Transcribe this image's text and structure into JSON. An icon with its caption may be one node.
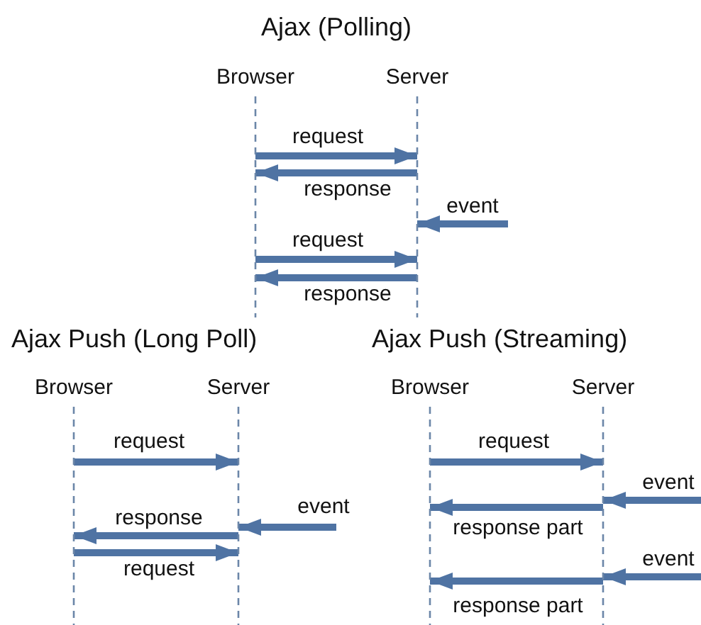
{
  "diagram": {
    "nodes": [
      {
        "text": [
          "Browser"
        ]
      },
      {
        "text": [
          "Server"
        ]
      },
      {
        "text": [
          "Browser"
        ]
      },
      {
        "text": [
          "Server"
        ]
      },
      {
        "text": [
          "Browser"
        ]
      },
      {
        "text": [
          "Server"
        ]
      }
    ],
    "edges": [
      {
        "from": 0,
        "to": 1,
        "arrow": "to",
        "label": "request"
      },
      {
        "from": 1,
        "to": 0,
        "arrow": "to",
        "label": "response"
      },
      {
        "from": null,
        "to": 1,
        "arrow": "to",
        "label": "event"
      },
      {
        "from": 0,
        "to": 1,
        "arrow": "to",
        "label": "request"
      },
      {
        "from": 1,
        "to": 0,
        "arrow": "to",
        "label": "response"
      },
      {
        "from": 2,
        "to": 3,
        "arrow": "to",
        "label": "request"
      },
      {
        "from": null,
        "to": 3,
        "arrow": "to",
        "label": "event"
      },
      {
        "from": 3,
        "to": 2,
        "arrow": "to",
        "label": "response"
      },
      {
        "from": 2,
        "to": 3,
        "arrow": "to",
        "label": "request"
      },
      {
        "from": 4,
        "to": 5,
        "arrow": "to",
        "label": "request"
      },
      {
        "from": null,
        "to": 5,
        "arrow": "to",
        "label": "event"
      },
      {
        "from": 5,
        "to": 4,
        "arrow": "to",
        "label": "response part"
      },
      {
        "from": null,
        "to": 5,
        "arrow": "to",
        "label": "event"
      },
      {
        "from": 5,
        "to": 4,
        "arrow": "to",
        "label": "response part"
      }
    ],
    "labels": [
      "Ajax (Polling)",
      "Ajax Push (Long Poll)",
      "Ajax Push (Streaming)"
    ]
  }
}
